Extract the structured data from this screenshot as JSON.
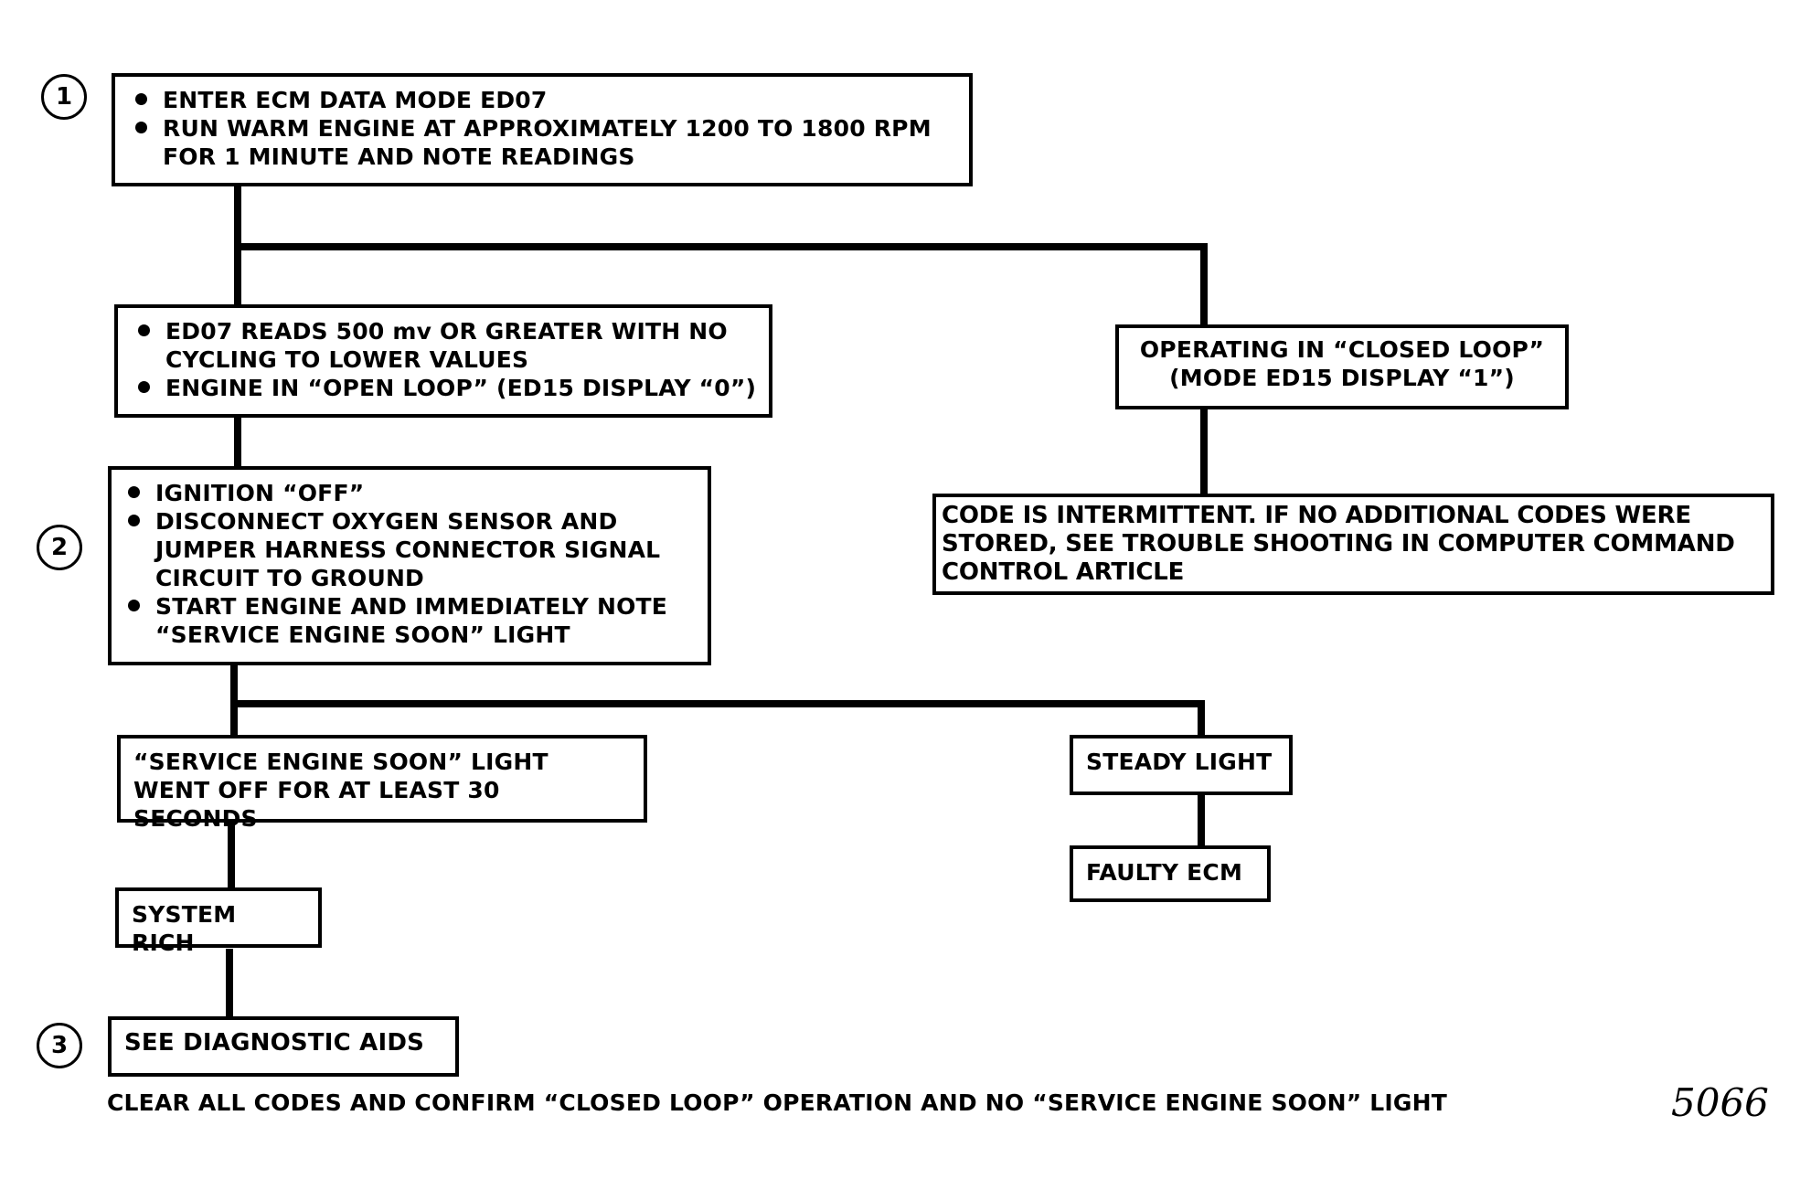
{
  "steps": [
    "1",
    "2",
    "3"
  ],
  "box1": {
    "bullets": [
      "ENTER ECM DATA MODE ED07",
      "RUN WARM ENGINE AT APPROXIMATELY 1200 TO 1800 RPM FOR 1 MINUTE AND NOTE READINGS"
    ]
  },
  "box_open_loop": {
    "bullets": [
      "ED07 READS 500 mv OR GREATER WITH NO CYCLING TO LOWER  VALUES",
      "ENGINE IN “OPEN LOOP” (ED15 DISPLAY “0”)"
    ]
  },
  "box_closed_loop": {
    "line1": "OPERATING IN “CLOSED LOOP”",
    "line2": "(MODE ED15 DISPLAY “1”)"
  },
  "box_intermittent": {
    "text": "CODE IS INTERMITTENT. IF NO ADDITIONAL CODES WERE STORED, SEE TROUBLE SHOOTING IN COMPUTER COMMAND CONTROL ARTICLE"
  },
  "box2": {
    "bullets": [
      "IGNITION “OFF”",
      "DISCONNECT OXYGEN SENSOR AND JUMPER HARNESS CONNECTOR SIGNAL CIRCUIT TO GROUND",
      "START ENGINE AND IMMEDIATELY NOTE “SERVICE ENGINE SOON” LIGHT"
    ]
  },
  "box_light_off": {
    "text": "“SERVICE ENGINE SOON” LIGHT WENT OFF FOR AT LEAST 30 SECONDS"
  },
  "box_steady": {
    "text": "STEADY LIGHT"
  },
  "box_faulty": {
    "text": "FAULTY ECM"
  },
  "box_rich": {
    "text": "SYSTEM RICH"
  },
  "box3": {
    "text": "SEE DIAGNOSTIC AIDS"
  },
  "footer": "CLEAR ALL CODES AND CONFIRM “CLOSED LOOP” OPERATION AND NO “SERVICE ENGINE SOON” LIGHT",
  "figure_number": "5066"
}
